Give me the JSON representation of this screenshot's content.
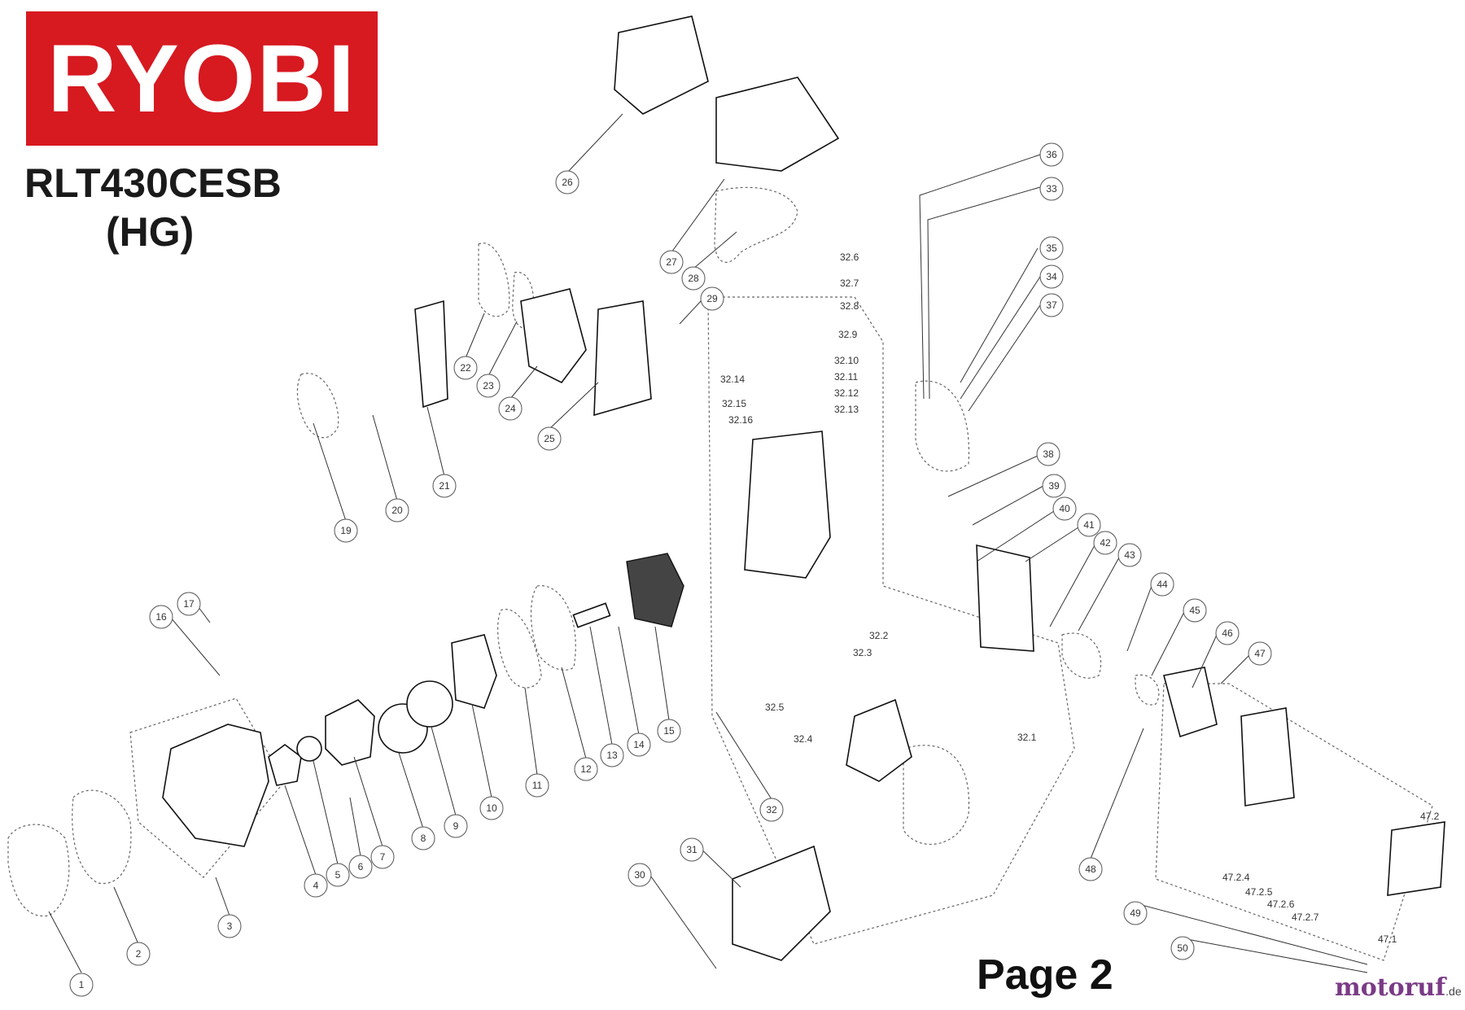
{
  "brand": "RYOBI",
  "model": "RLT430CESB",
  "variant": "(HG)",
  "page_label": "Page 2",
  "watermark": {
    "name": "motoruf",
    "suffix": ".de"
  },
  "colors": {
    "brand_red": "#d71920",
    "watermark": "#7a3b86"
  },
  "callouts": [
    "1",
    "2",
    "3",
    "4",
    "5",
    "6",
    "7",
    "8",
    "9",
    "10",
    "11",
    "12",
    "13",
    "14",
    "15",
    "16",
    "17",
    "19",
    "20",
    "21",
    "22",
    "23",
    "24",
    "25",
    "26",
    "27",
    "28",
    "29",
    "30",
    "31",
    "32",
    "33",
    "34",
    "35",
    "36",
    "37",
    "38",
    "39",
    "40",
    "41",
    "42",
    "43",
    "44",
    "45",
    "46",
    "47",
    "48",
    "49",
    "50"
  ],
  "sublabels": [
    "32.1",
    "32.2",
    "32.3",
    "32.4",
    "32.5",
    "32.6",
    "32.7",
    "32.8",
    "32.9",
    "32.10",
    "32.11",
    "32.12",
    "32.13",
    "32.14",
    "32.15",
    "32.16",
    "47.1",
    "47.2",
    "47.2.4",
    "47.2.5",
    "47.2.6",
    "47.2.7"
  ]
}
